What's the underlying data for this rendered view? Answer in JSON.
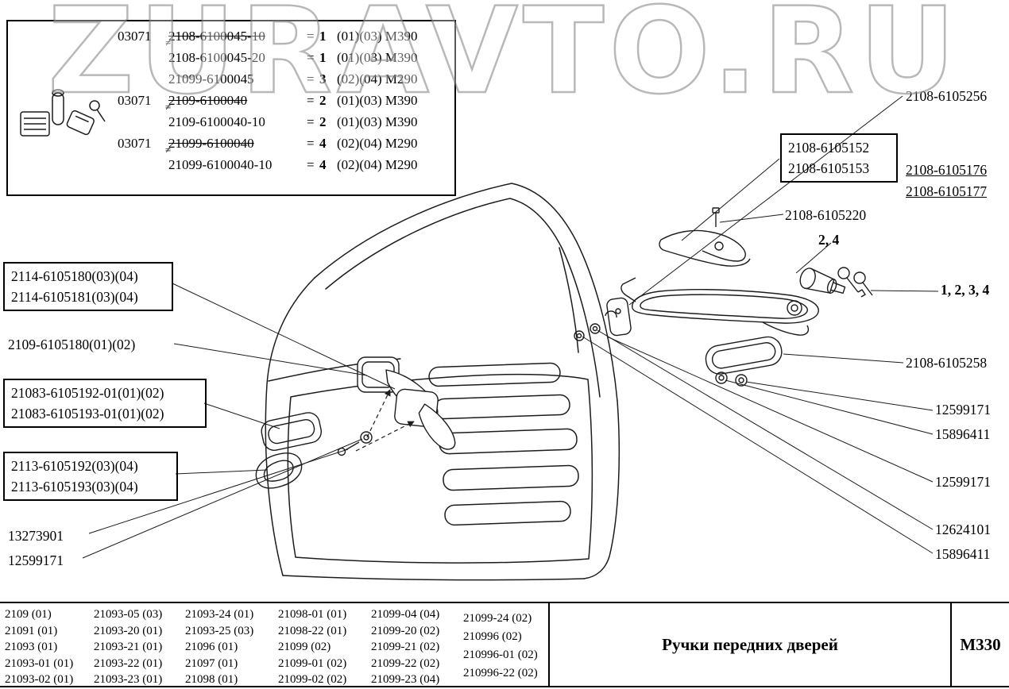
{
  "watermark": "ZURAVTO.RU",
  "legend": {
    "neq_mark": "≠",
    "rows": [
      {
        "prefix": "03071",
        "part": "2108-6100045-10",
        "eq": "=",
        "qty": "1",
        "codes": "(01)(03) М390",
        "struck": true
      },
      {
        "prefix": "",
        "part": "2108-6100045-20",
        "eq": "=",
        "qty": "1",
        "codes": "(01)(03) М390",
        "struck": false
      },
      {
        "prefix": "",
        "part": "21099-6100045",
        "eq": "=",
        "qty": "3",
        "codes": "(02)(04) М290",
        "struck": false
      },
      {
        "prefix": "03071",
        "part": "2109-6100040",
        "eq": "=",
        "qty": "2",
        "codes": "(01)(03) М390",
        "struck": true
      },
      {
        "prefix": "",
        "part": "2109-6100040-10",
        "eq": "=",
        "qty": "2",
        "codes": "(01)(03) М390",
        "struck": false
      },
      {
        "prefix": "03071",
        "part": "21099-6100040",
        "eq": "=",
        "qty": "4",
        "codes": "(02)(04) М290",
        "struck": true
      },
      {
        "prefix": "",
        "part": "21099-6100040-10",
        "eq": "=",
        "qty": "4",
        "codes": "(02)(04) М290",
        "struck": false
      }
    ]
  },
  "labels": {
    "left": {
      "box1_line1": "2114-6105180(03)(04)",
      "box1_line2": "2114-6105181(03)(04)",
      "single1": "2109-6105180(01)(02)",
      "box2_line1": "21083-6105192-01(01)(02)",
      "box2_line2": "21083-6105193-01(01)(02)",
      "box3_line1": "2113-6105192(03)(04)",
      "box3_line2": "2113-6105193(03)(04)",
      "single2": "13273901",
      "single3": "12599171"
    },
    "right": {
      "top": "2108-6105256",
      "box_line1": "2108-6105152",
      "box_line2": "2108-6105153",
      "underlined1": "2108-6105176",
      "underlined2": "2108-6105177",
      "screw": "2108-6105220",
      "ref_24": "2, 4",
      "ref_1234": "1, 2, 3, 4",
      "gasket": "2108-6105258",
      "washer1": "12599171",
      "washer2": "15896411",
      "nut1": "12599171",
      "nut2": "12624101",
      "nut3": "15896411"
    }
  },
  "footer": {
    "title": "Ручки передних дверей",
    "page": "М330",
    "columns": [
      [
        "2109 (01)",
        "21091 (01)",
        "21093 (01)",
        "21093-01 (01)",
        "21093-02 (01)"
      ],
      [
        "21093-05 (03)",
        "21093-20 (01)",
        "21093-21 (01)",
        "21093-22 (01)",
        "21093-23 (01)"
      ],
      [
        "21093-24 (01)",
        "21093-25 (03)",
        "21096 (01)",
        "21097 (01)",
        "21098 (01)"
      ],
      [
        "21098-01 (01)",
        "21098-22 (01)",
        "21099 (02)",
        "21099-01 (02)",
        "21099-02 (02)"
      ],
      [
        "21099-04 (04)",
        "21099-20 (02)",
        "21099-21 (02)",
        "21099-22 (02)",
        "21099-23 (04)"
      ],
      [
        "21099-24 (02)",
        "210996 (02)",
        "210996-01 (02)",
        "210996-22 (02)"
      ]
    ]
  }
}
